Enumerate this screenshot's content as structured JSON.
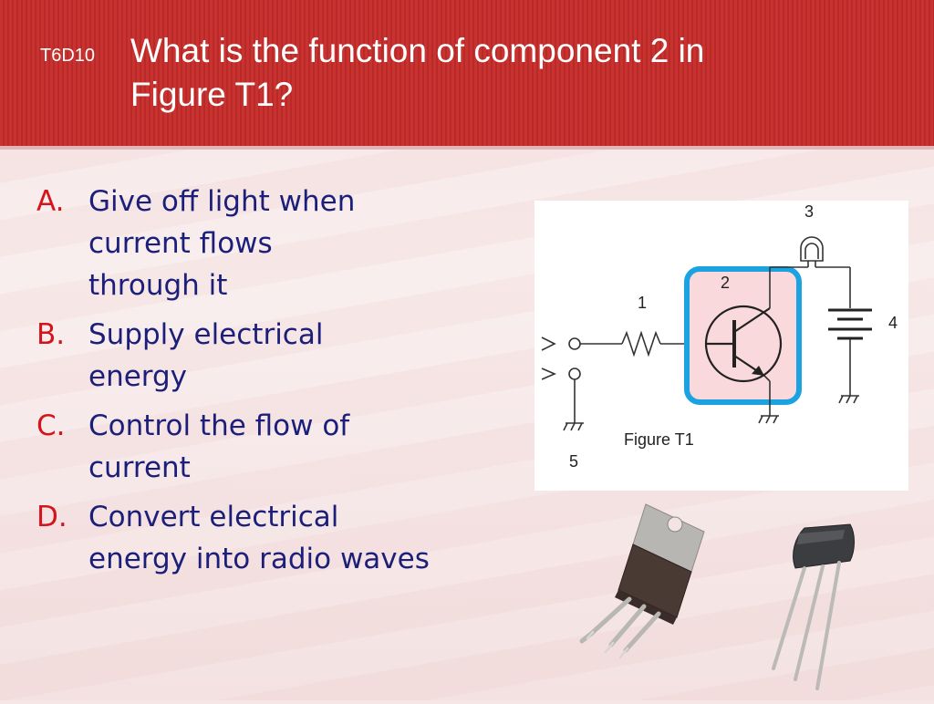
{
  "slide": {
    "question_code": "T6D10",
    "question_line1": "What is the function of component 2 in",
    "question_line2": "Figure T1?"
  },
  "answers": [
    {
      "letter": "A.",
      "lines": [
        "Give off light when",
        "current flows",
        "through it"
      ]
    },
    {
      "letter": "B.",
      "lines": [
        "Supply electrical",
        "energy"
      ]
    },
    {
      "letter": "C.",
      "lines": [
        "Control the flow of",
        "current"
      ]
    },
    {
      "letter": "D.",
      "lines": [
        "Convert electrical",
        "energy into radio waves"
      ]
    }
  ],
  "figure": {
    "caption": "Figure T1",
    "labels": {
      "c1": "1",
      "c2": "2",
      "c3": "3",
      "c4": "4",
      "c5": "5"
    },
    "highlight_color": "#1aa3e0",
    "highlight_fill": "#f9d9dc"
  },
  "colors": {
    "header_red": "#c0302d",
    "answer_letter": "#d4141b",
    "answer_text": "#1b1f7a"
  },
  "icons": [
    "to220-transistor-icon",
    "to92-transistor-icon"
  ]
}
